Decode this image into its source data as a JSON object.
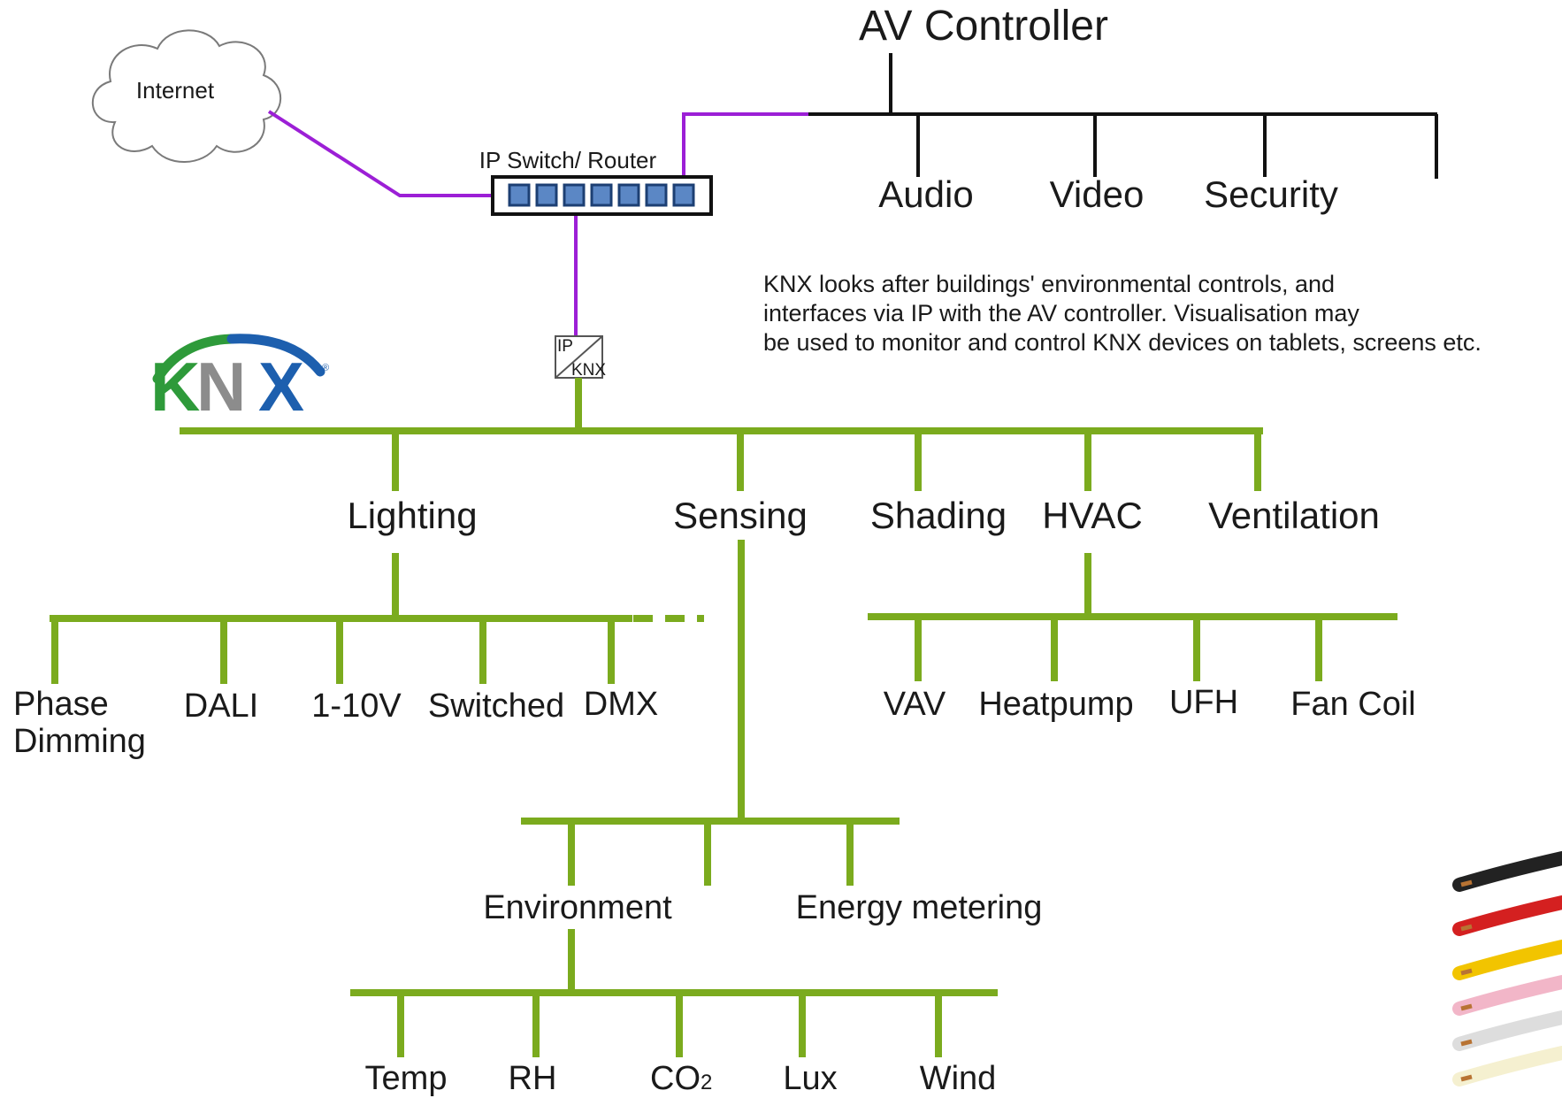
{
  "colors": {
    "bus_green": "#7bab1e",
    "ip_purple": "#9c1fd6",
    "av_black": "#111111",
    "port_blue": "#5b87c5",
    "knx_green": "#2e9a3a",
    "knx_blue": "#1d5fae",
    "knx_grey": "#8c8c8c"
  },
  "cloud": {
    "label": "Internet"
  },
  "router": {
    "label": "IP Switch/ Router",
    "port_count": 7
  },
  "gateway": {
    "top": "IP",
    "bottom": "KNX"
  },
  "logo": {
    "text": "KNX",
    "mark": "®"
  },
  "av": {
    "title": "AV Controller",
    "branches": [
      "Audio",
      "Video",
      "Security"
    ]
  },
  "description": {
    "lines": [
      "KNX looks after buildings' environmental controls, and",
      "interfaces via IP with the AV controller.  Visualisation may",
      "be used to monitor and control KNX devices on tablets, screens etc."
    ]
  },
  "knx_branches": [
    "Lighting",
    "Sensing",
    "Shading",
    "HVAC",
    "Ventilation"
  ],
  "lighting": [
    "Phase",
    "Dimming",
    "DALI",
    "1-10V",
    "Switched",
    "DMX"
  ],
  "hvac": [
    "VAV",
    "Heatpump",
    "UFH",
    "Fan Coil"
  ],
  "sensing": [
    "Environment",
    "Energy metering"
  ],
  "environment": [
    "Temp",
    "RH",
    "CO",
    "2",
    "Lux",
    "Wind"
  ],
  "wires": {
    "colors": [
      "#222222",
      "#d42020",
      "#f2c400",
      "#f2b6c8",
      "#dddddd",
      "#f5f0d0"
    ]
  }
}
